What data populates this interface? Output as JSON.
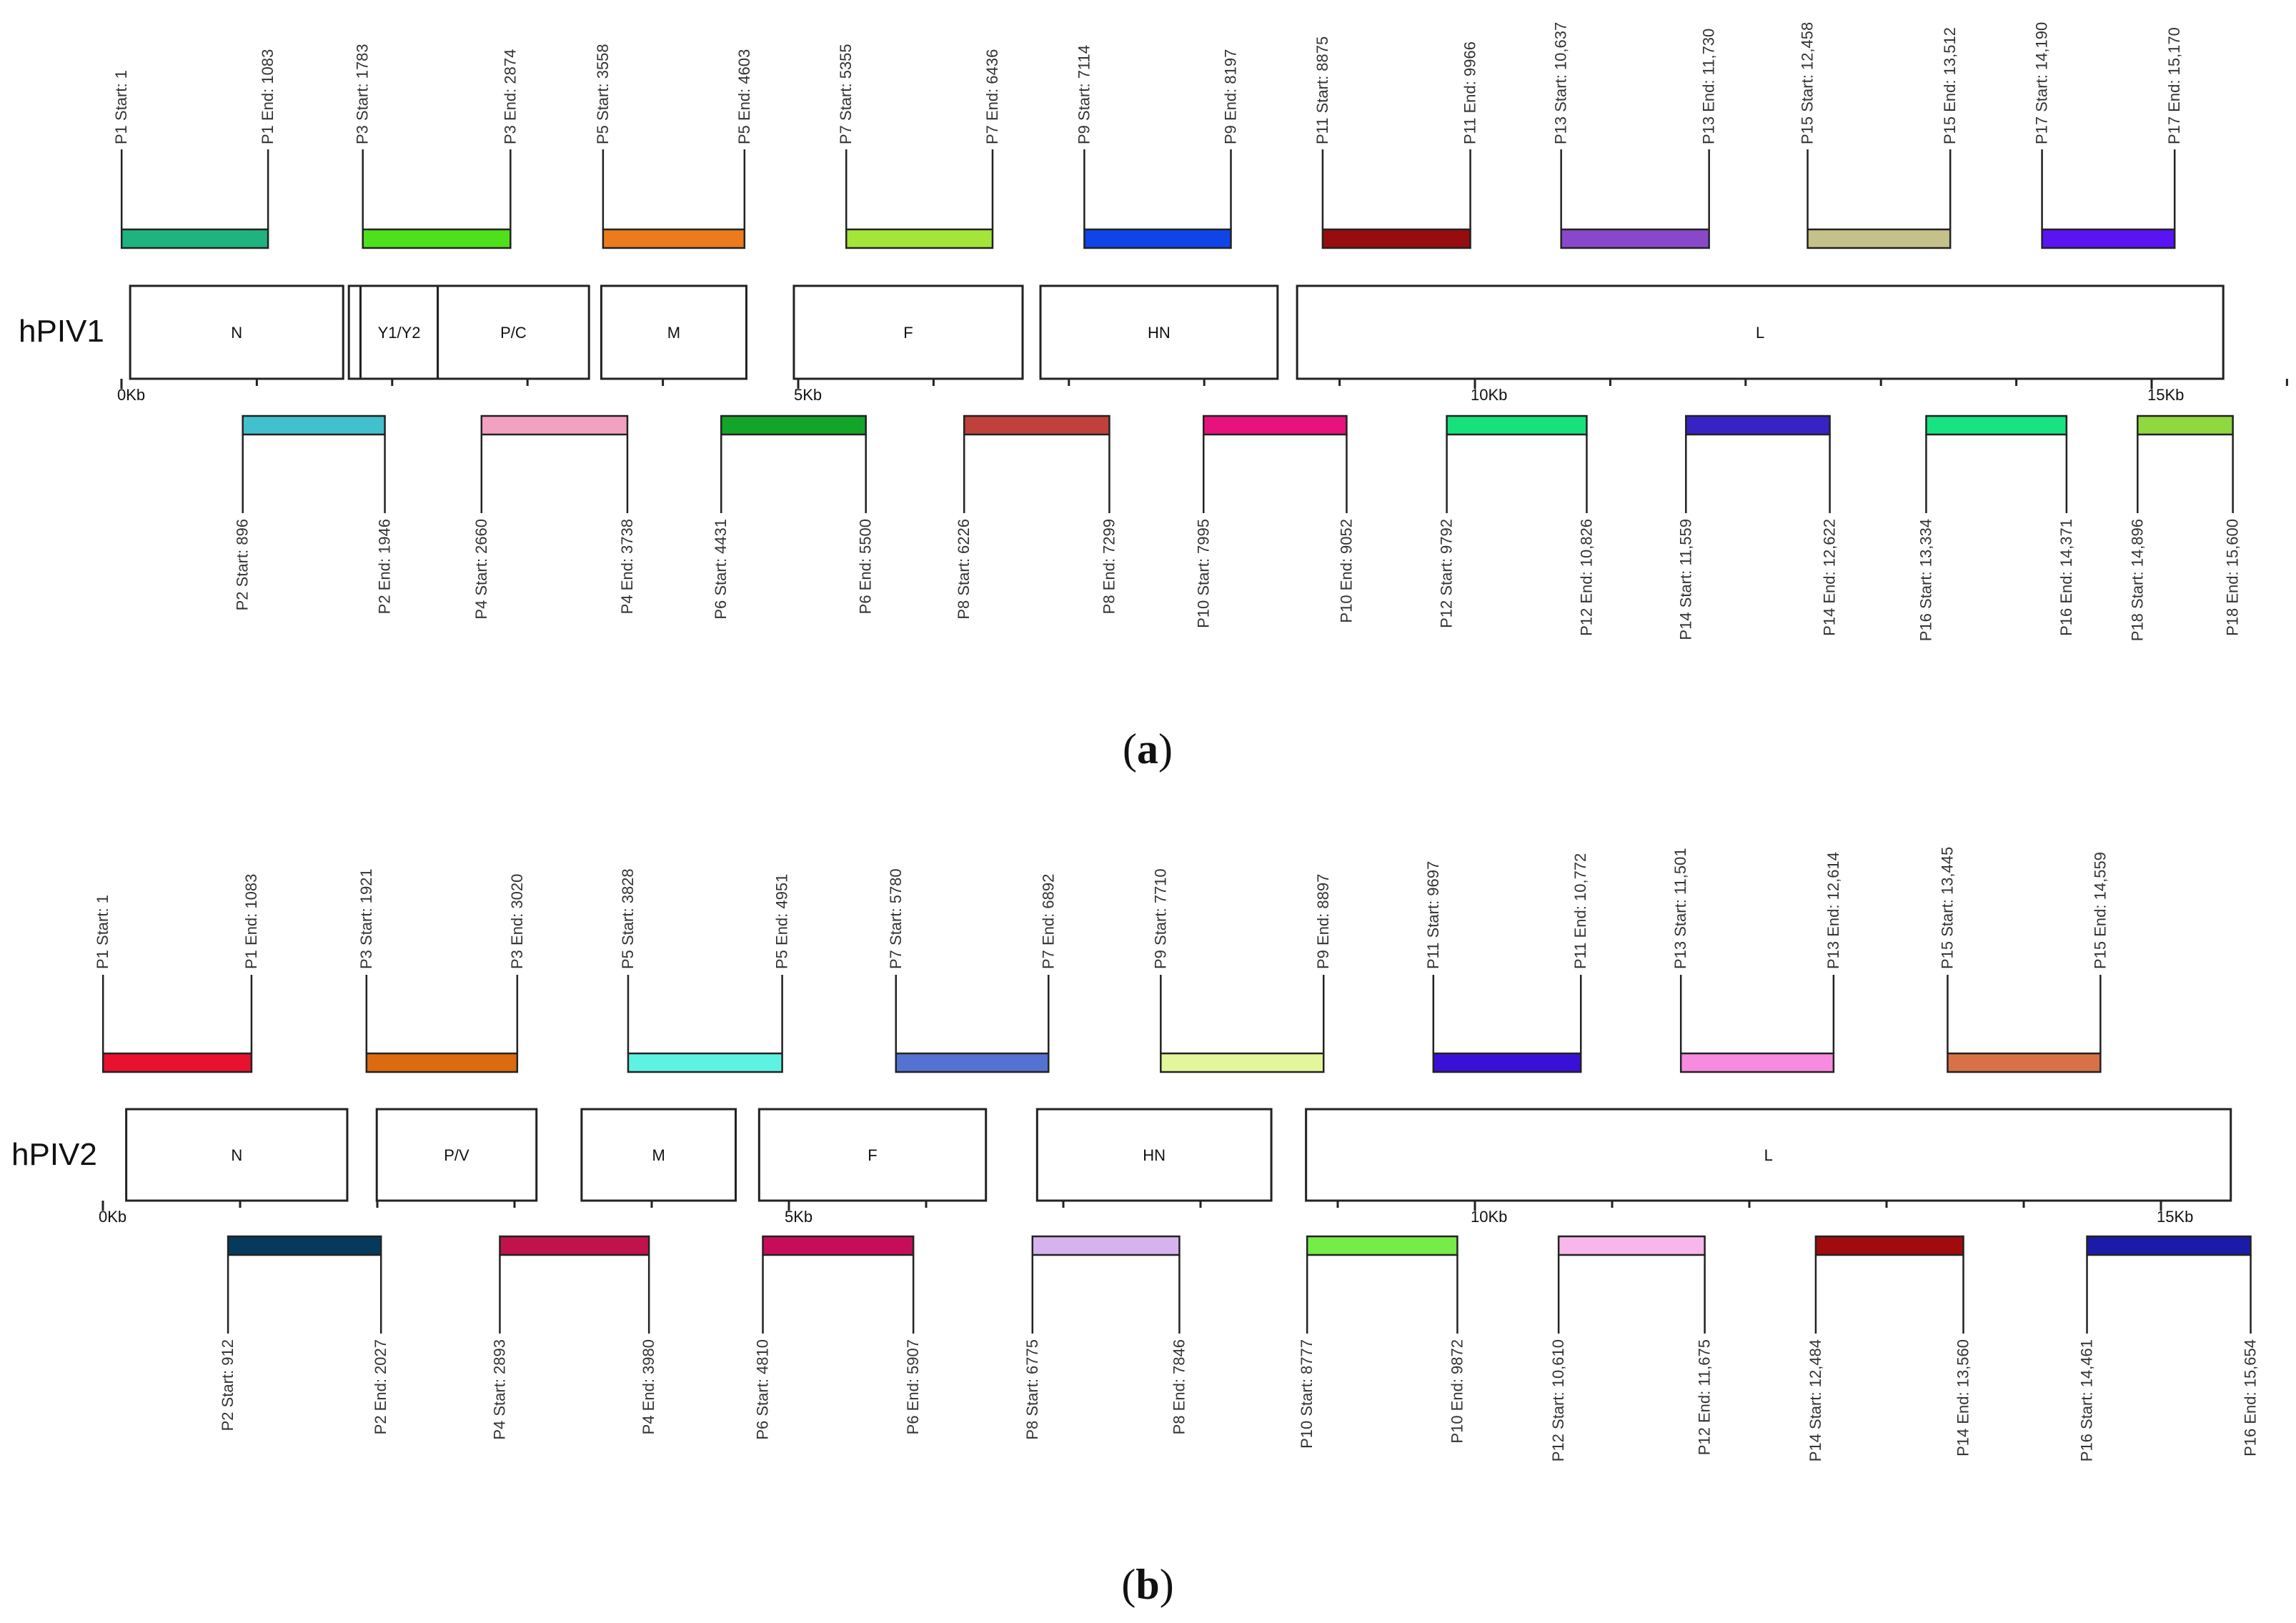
{
  "panels": [
    {
      "virus": "hPIV1",
      "caption_letter": "a",
      "axis_ticks": [
        {
          "kb": 0,
          "label": "0Kb"
        },
        {
          "kb": 5,
          "label": "5Kb"
        },
        {
          "kb": 10,
          "label": "10Kb"
        },
        {
          "kb": 15,
          "label": "15Kb"
        }
      ],
      "genes": [
        {
          "name": "N",
          "start": 64,
          "end": 1638
        },
        {
          "name": "",
          "start": 1680,
          "end": 1766
        },
        {
          "name": "Y1/Y2",
          "start": 1766,
          "end": 2337
        },
        {
          "name": "P/C",
          "start": 2337,
          "end": 3454
        },
        {
          "name": "M",
          "start": 3545,
          "end": 4617
        },
        {
          "name": "F",
          "start": 4968,
          "end": 6658
        },
        {
          "name": "HN",
          "start": 6790,
          "end": 8542
        },
        {
          "name": "L",
          "start": 8686,
          "end": 15529
        }
      ],
      "amplicons": [
        {
          "id": "P1",
          "start": "1",
          "end": "1083",
          "s": 1,
          "e": 1083,
          "row": "top",
          "color": "#1fb37f"
        },
        {
          "id": "P2",
          "start": "896",
          "end": "1946",
          "s": 896,
          "e": 1946,
          "row": "bottom",
          "color": "#43c0cd"
        },
        {
          "id": "P3",
          "start": "1783",
          "end": "2874",
          "s": 1783,
          "e": 2874,
          "row": "top",
          "color": "#4ee01a"
        },
        {
          "id": "P4",
          "start": "2660",
          "end": "3738",
          "s": 2660,
          "e": 3738,
          "row": "bottom",
          "color": "#f3a1c1"
        },
        {
          "id": "P5",
          "start": "3558",
          "end": "4603",
          "s": 3558,
          "e": 4603,
          "row": "top",
          "color": "#eb7b1d"
        },
        {
          "id": "P6",
          "start": "4431",
          "end": "5500",
          "s": 4431,
          "e": 5500,
          "row": "bottom",
          "color": "#13a528"
        },
        {
          "id": "P7",
          "start": "5355",
          "end": "6436",
          "s": 5355,
          "e": 6436,
          "row": "top",
          "color": "#a5e53a"
        },
        {
          "id": "P8",
          "start": "6226",
          "end": "7299",
          "s": 6226,
          "e": 7299,
          "row": "bottom",
          "color": "#c0413b"
        },
        {
          "id": "P9",
          "start": "7114",
          "end": "8197",
          "s": 7114,
          "e": 8197,
          "row": "top",
          "color": "#0f45e8"
        },
        {
          "id": "P10",
          "start": "7995",
          "end": "9052",
          "s": 7995,
          "e": 9052,
          "row": "bottom",
          "color": "#e8127c"
        },
        {
          "id": "P11",
          "start": "8875",
          "end": "9966",
          "s": 8875,
          "e": 9966,
          "row": "top",
          "color": "#970c0e"
        },
        {
          "id": "P12",
          "start": "9792",
          "end": "10,826",
          "s": 9792,
          "e": 10826,
          "row": "bottom",
          "color": "#16e27c"
        },
        {
          "id": "P13",
          "start": "10,637",
          "end": "11,730",
          "s": 10637,
          "e": 11730,
          "row": "top",
          "color": "#8948c9"
        },
        {
          "id": "P14",
          "start": "11,559",
          "end": "12,622",
          "s": 11559,
          "e": 12622,
          "row": "bottom",
          "color": "#3722c4"
        },
        {
          "id": "P15",
          "start": "12,458",
          "end": "13,512",
          "s": 12458,
          "e": 13512,
          "row": "top",
          "color": "#c5c18a"
        },
        {
          "id": "P16",
          "start": "13,334",
          "end": "14,371",
          "s": 13334,
          "e": 14371,
          "row": "bottom",
          "color": "#17e383"
        },
        {
          "id": "P17",
          "start": "14,190",
          "end": "15,170",
          "s": 14190,
          "e": 15170,
          "row": "top",
          "color": "#5a13f3"
        },
        {
          "id": "P18",
          "start": "14,896",
          "end": "15,600",
          "s": 14896,
          "e": 15600,
          "row": "bottom",
          "color": "#8fd83f"
        }
      ]
    },
    {
      "virus": "hPIV2",
      "caption_letter": "b",
      "axis_ticks": [
        {
          "kb": 0,
          "label": "0Kb"
        },
        {
          "kb": 5,
          "label": "5Kb"
        },
        {
          "kb": 10,
          "label": "10Kb"
        },
        {
          "kb": 15,
          "label": "15Kb"
        }
      ],
      "genes": [
        {
          "name": "N",
          "start": 170,
          "end": 1781
        },
        {
          "name": "P/V",
          "start": 1996,
          "end": 3160
        },
        {
          "name": "M",
          "start": 3489,
          "end": 4612
        },
        {
          "name": "F",
          "start": 4783,
          "end": 6436
        },
        {
          "name": "HN",
          "start": 6809,
          "end": 8516
        },
        {
          "name": "L",
          "start": 8769,
          "end": 15509
        }
      ],
      "amplicons": [
        {
          "id": "P1",
          "start": "1",
          "end": "1083",
          "s": 1,
          "e": 1083,
          "row": "top",
          "color": "#e8112e"
        },
        {
          "id": "P2",
          "start": "912",
          "end": "2027",
          "s": 912,
          "e": 2027,
          "row": "bottom",
          "color": "#063a5c"
        },
        {
          "id": "P3",
          "start": "1921",
          "end": "3020",
          "s": 1921,
          "e": 3020,
          "row": "top",
          "color": "#dc6a0f"
        },
        {
          "id": "P4",
          "start": "2893",
          "end": "3980",
          "s": 2893,
          "e": 3980,
          "row": "bottom",
          "color": "#c0124b"
        },
        {
          "id": "P5",
          "start": "3828",
          "end": "4951",
          "s": 3828,
          "e": 4951,
          "row": "top",
          "color": "#5ef2e2"
        },
        {
          "id": "P6",
          "start": "4810",
          "end": "5907",
          "s": 4810,
          "e": 5907,
          "row": "bottom",
          "color": "#c70d5a"
        },
        {
          "id": "P7",
          "start": "5780",
          "end": "6892",
          "s": 5780,
          "e": 6892,
          "row": "top",
          "color": "#5472d2"
        },
        {
          "id": "P8",
          "start": "6775",
          "end": "7846",
          "s": 6775,
          "e": 7846,
          "row": "bottom",
          "color": "#d6b3ee"
        },
        {
          "id": "P9",
          "start": "7710",
          "end": "8897",
          "s": 7710,
          "e": 8897,
          "row": "top",
          "color": "#e3f79a"
        },
        {
          "id": "P10",
          "start": "8777",
          "end": "9872",
          "s": 8777,
          "e": 9872,
          "row": "bottom",
          "color": "#75ec47"
        },
        {
          "id": "P11",
          "start": "9697",
          "end": "10,772",
          "s": 9697,
          "e": 10772,
          "row": "top",
          "color": "#3a0fd8"
        },
        {
          "id": "P12",
          "start": "10,610",
          "end": "11,675",
          "s": 10610,
          "e": 11675,
          "row": "bottom",
          "color": "#f8b7ea"
        },
        {
          "id": "P13",
          "start": "11,501",
          "end": "12,614",
          "s": 11501,
          "e": 12614,
          "row": "top",
          "color": "#f78be0"
        },
        {
          "id": "P14",
          "start": "12,484",
          "end": "13,560",
          "s": 12484,
          "e": 13560,
          "row": "bottom",
          "color": "#a10b0e"
        },
        {
          "id": "P15",
          "start": "13,445",
          "end": "14,559",
          "s": 13445,
          "e": 14559,
          "row": "top",
          "color": "#d87148"
        },
        {
          "id": "P16",
          "start": "14,461",
          "end": "15,654",
          "s": 14461,
          "e": 15654,
          "row": "bottom",
          "color": "#1b1ba8"
        }
      ]
    }
  ]
}
